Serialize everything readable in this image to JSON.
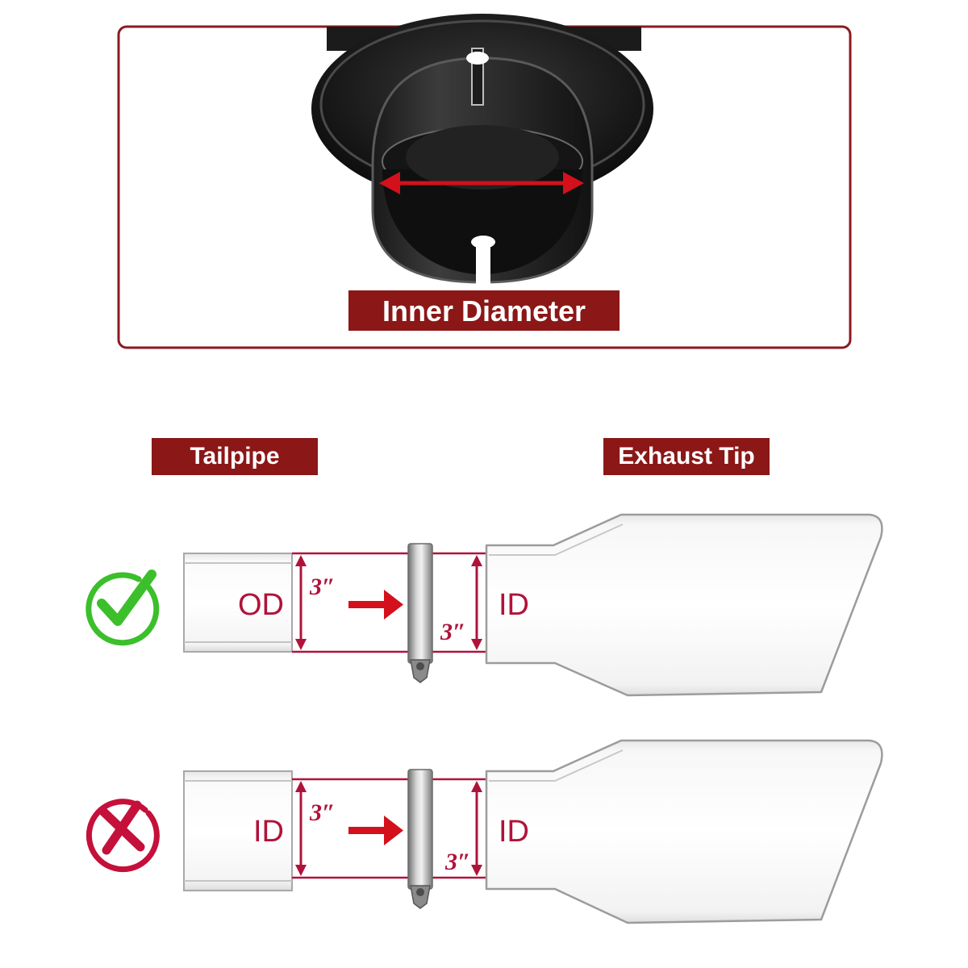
{
  "top_panel": {
    "label": "Inner Diameter",
    "frame_color": "#8b1a1f",
    "arrow_color": "#d4101c"
  },
  "headers": {
    "tailpipe": "Tailpipe",
    "exhaust_tip": "Exhaust Tip",
    "banner_color": "#8b1717"
  },
  "rows": [
    {
      "status": "correct",
      "status_icon": "green-check-icon",
      "status_color": "#3bbf2a",
      "tailpipe_label": "OD",
      "tailpipe_dimension": "3″",
      "tip_label": "ID",
      "tip_dimension": "3″"
    },
    {
      "status": "incorrect",
      "status_icon": "red-cross-icon",
      "status_color": "#c4103a",
      "tailpipe_label": "ID",
      "tailpipe_dimension": "3″",
      "tip_label": "ID",
      "tip_dimension": "3″"
    }
  ],
  "accent_color": "#b0133a"
}
